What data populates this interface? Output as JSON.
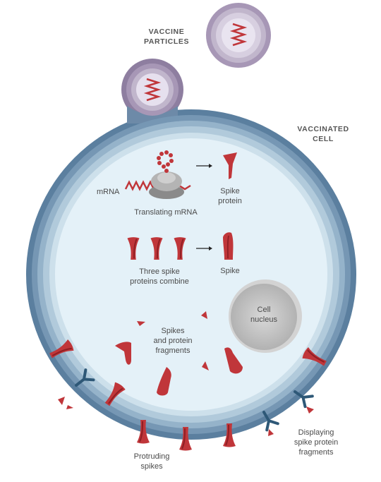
{
  "labels": {
    "vaccine_particles": "VACCINE\nPARTICLES",
    "vaccinated_cell": "VACCINATED\nCELL",
    "mrna": "mRNA",
    "translating_mrna": "Translating mRNA",
    "spike_protein": "Spike\nprotein",
    "three_spike": "Three spike\nproteins combine",
    "spike": "Spike",
    "cell_nucleus": "Cell\nnucleus",
    "spikes_fragments": "Spikes\nand protein\nfragments",
    "displaying": "Displaying\nspike protein\nfragments",
    "protruding": "Protruding\nspikes"
  },
  "colors": {
    "cell_outer": "#5b7f9f",
    "cell_inner": "#e4f1f8",
    "spike_red": "#c0363a",
    "particle_purple": "#8e7ea0",
    "nucleus_gray": "#b8b8b8",
    "receptor_blue": "#2e5877"
  }
}
